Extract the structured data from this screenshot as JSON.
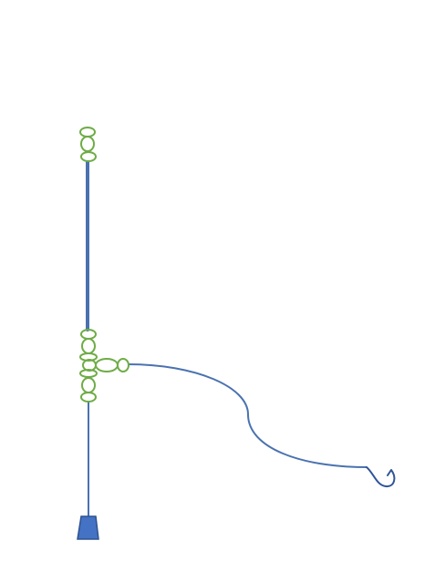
{
  "diagram": {
    "type": "fishing-rig",
    "colors": {
      "line": "#4a72b0",
      "main_line": "#4a72b0",
      "beads": "#6fac46",
      "sinker": "#4472c4",
      "sinker_outline": "#2f528f",
      "hook": "#2f5597",
      "background": "#ffffff"
    },
    "components": [
      "main-line",
      "top-swivel",
      "three-way-swivel",
      "leader-line",
      "hook",
      "sinker"
    ]
  }
}
